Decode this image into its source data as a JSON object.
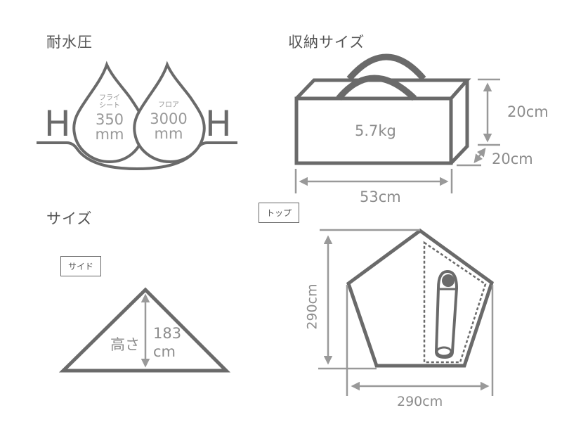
{
  "waterproof": {
    "heading": "耐水圧",
    "h_left": "H",
    "h_right": "H",
    "fly": {
      "label_line1": "フライ",
      "label_line2": "シート",
      "value": "350",
      "unit": "mm"
    },
    "floor": {
      "label": "フロア",
      "value": "3000",
      "unit": "mm"
    }
  },
  "storage": {
    "heading": "収納サイズ",
    "weight": "5.7kg",
    "height": "20cm",
    "depth": "20cm",
    "width": "53cm"
  },
  "size": {
    "heading": "サイズ",
    "side_tag": "サイド",
    "height_label": "高さ",
    "height_value": "183",
    "height_unit": "cm",
    "top_tag": "トップ",
    "top_depth": "290cm",
    "top_width": "290cm"
  },
  "colors": {
    "outline": "#666666",
    "dimension": "#999999",
    "text": "#555555"
  }
}
